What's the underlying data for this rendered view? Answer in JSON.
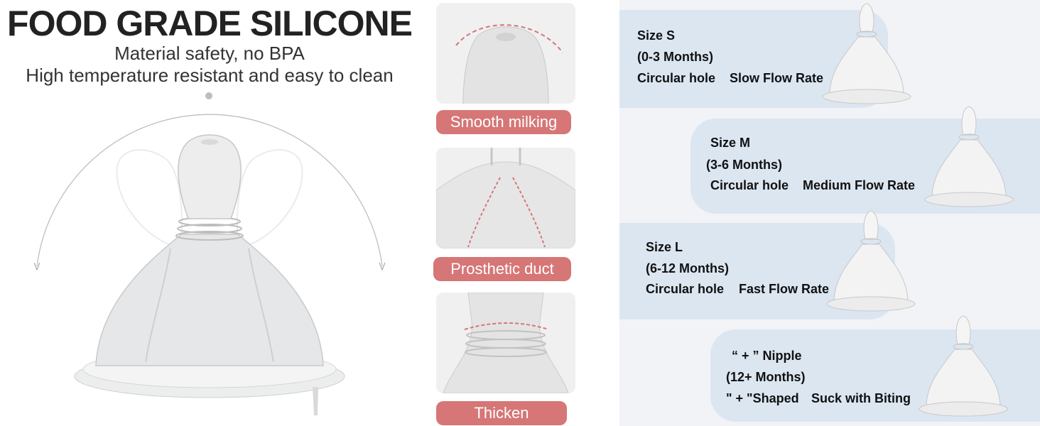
{
  "left": {
    "title": "FOOD GRADE SILICONE",
    "subtitle1": "Material safety, no BPA",
    "subtitle2": "High temperature resistant and easy to clean"
  },
  "middle": {
    "features": [
      {
        "label": "Smooth milking"
      },
      {
        "label": "Prosthetic duct"
      },
      {
        "label": "Thicken"
      }
    ]
  },
  "right": {
    "sizes": [
      {
        "line1": "Size S",
        "line2": "(0-3 Months)",
        "hole": "Circular hole",
        "flow": "Slow Flow Rate"
      },
      {
        "line1": "Size M",
        "line2": "(3-6  Months)",
        "hole": "Circular hole",
        "flow": "Medium Flow Rate"
      },
      {
        "line1": "Size L",
        "line2": "(6-12 Months)",
        "hole": "Circular hole",
        "flow": "Fast Flow Rate"
      },
      {
        "line1": "“ + ”  Nipple",
        "line2": "(12+ Months)",
        "hole": "\" + \"Shaped",
        "flow": "Suck with Biting"
      }
    ]
  },
  "colors": {
    "accent": "#d67676",
    "band": "#dce6f1"
  }
}
